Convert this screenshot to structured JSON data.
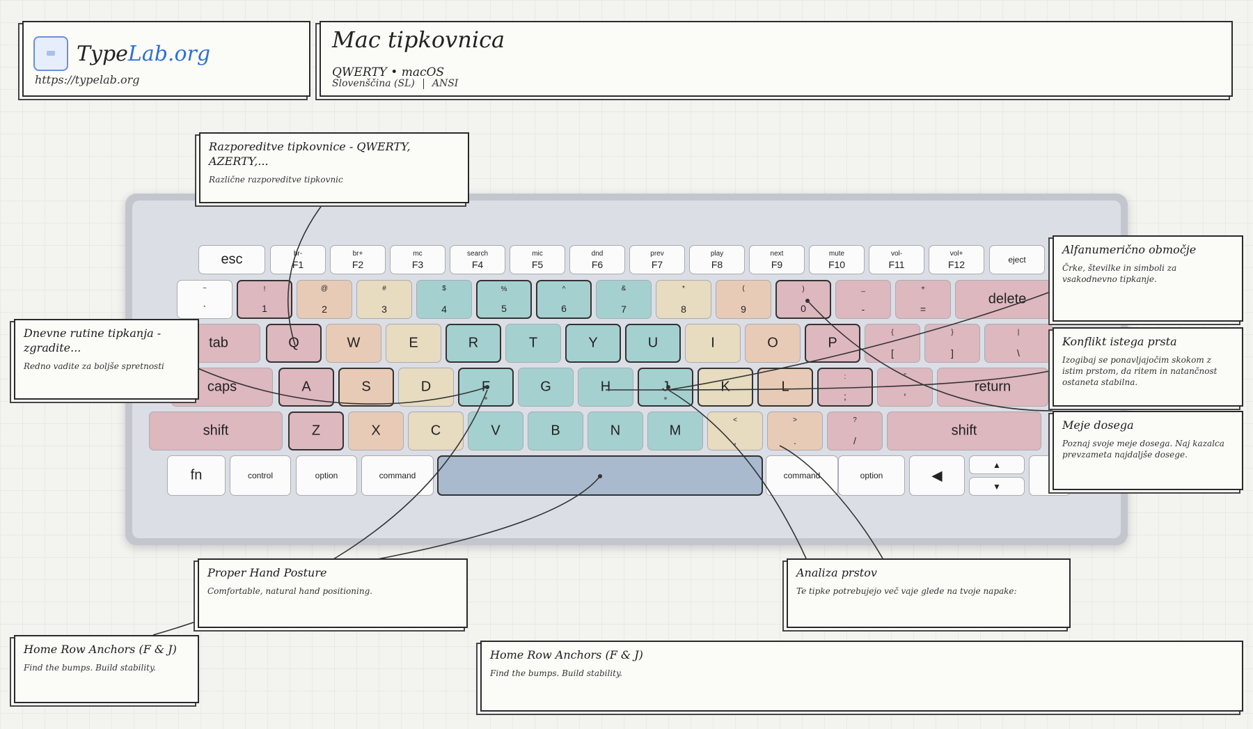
{
  "logo": {
    "name_a": "Type",
    "name_b": "Lab.org",
    "url": "https://typelab.org"
  },
  "header": {
    "title": "Mac tipkovnica",
    "layout_line": "QWERTY • macOS",
    "language": "Slovenščina (SL)",
    "standard": "ANSI"
  },
  "colors": {
    "pink": "#ddb8be",
    "peach": "#e8cbb6",
    "sand": "#e7dbc0",
    "teal": "#a5d0d0",
    "blue": "#a9bacf",
    "accent": "#2e6fd8"
  },
  "keyboard": {
    "fn_row": [
      {
        "top": "",
        "label": "esc",
        "style": "big"
      },
      {
        "top": "br-",
        "label": "F1"
      },
      {
        "top": "br+",
        "label": "F2"
      },
      {
        "top": "mc",
        "label": "F3"
      },
      {
        "top": "search",
        "label": "F4"
      },
      {
        "top": "mic",
        "label": "F5"
      },
      {
        "top": "dnd",
        "label": "F6"
      },
      {
        "top": "prev",
        "label": "F7"
      },
      {
        "top": "play",
        "label": "F8"
      },
      {
        "top": "next",
        "label": "F9"
      },
      {
        "top": "mute",
        "label": "F10"
      },
      {
        "top": "vol-",
        "label": "F11"
      },
      {
        "top": "vol+",
        "label": "F12"
      },
      {
        "top": "",
        "label": "eject",
        "style": "mid"
      }
    ],
    "number_row": [
      {
        "top": "~",
        "label": "`"
      },
      {
        "top": "!",
        "label": "1"
      },
      {
        "top": "@",
        "label": "2"
      },
      {
        "top": "#",
        "label": "3"
      },
      {
        "top": "$",
        "label": "4"
      },
      {
        "top": "%",
        "label": "5"
      },
      {
        "top": "^",
        "label": "6"
      },
      {
        "top": "&",
        "label": "7"
      },
      {
        "top": "*",
        "label": "8"
      },
      {
        "top": "(",
        "label": "9"
      },
      {
        "top": ")",
        "label": "0"
      },
      {
        "top": "_",
        "label": "-"
      },
      {
        "top": "+",
        "label": "="
      },
      {
        "top": "",
        "label": "delete",
        "style": "big"
      }
    ],
    "top_row": [
      "tab",
      "Q",
      "W",
      "E",
      "R",
      "T",
      "Y",
      "U",
      "I",
      "O",
      "P"
    ],
    "top_row_symbols": [
      {
        "top": "{",
        "label": "["
      },
      {
        "top": "}",
        "label": "]"
      },
      {
        "top": "|",
        "label": "\\"
      }
    ],
    "home_row": [
      "caps",
      "A",
      "S",
      "D",
      "F",
      "G",
      "H",
      "J",
      "K",
      "L"
    ],
    "home_row_symbols": [
      {
        "top": ":",
        "label": ";"
      },
      {
        "top": "\"",
        "label": "'"
      }
    ],
    "home_row_end": "return",
    "bottom_row": [
      "shift",
      "Z",
      "X",
      "C",
      "V",
      "B",
      "N",
      "M"
    ],
    "bottom_row_symbols": [
      {
        "top": "<",
        "label": ","
      },
      {
        "top": ">",
        "label": "."
      },
      {
        "top": "?",
        "label": "/"
      }
    ],
    "bottom_row_end": "shift",
    "modifier_row": [
      "fn",
      "control",
      "option",
      "command",
      "",
      "command",
      "option"
    ],
    "arrows": {
      "left": "◀",
      "up": "▲",
      "down": "▼"
    }
  },
  "callouts": [
    {
      "id": "layouts",
      "title": "Razporeditve tipkovnice - QWERTY, AZERTY,...",
      "desc": "Različne razporeditve tipkovnic"
    },
    {
      "id": "routines",
      "title": "Dnevne rutine tipkanja - zgradite...",
      "desc": "Redno vadite za boljše spretnosti"
    },
    {
      "id": "alnum",
      "title": "Alfanumerično območje",
      "desc": "Črke, številke in simboli za vsakodnevno tipkanje."
    },
    {
      "id": "conflict",
      "title": "Konflikt istega prsta",
      "desc": "Izogibaj se ponavljajočim skokom z istim prstom, da ritem in natančnost ostaneta stabilna."
    },
    {
      "id": "reach",
      "title": "Meje dosega",
      "desc": "Poznaj svoje meje dosega. Naj kazalca prevzameta najdaljše dosege."
    },
    {
      "id": "posture",
      "title": "Proper Hand Posture",
      "desc": "Comfortable, natural hand positioning."
    },
    {
      "id": "analysis",
      "title": "Analiza prstov",
      "desc": "Te tipke potrebujejo več vaje glede na tvoje napake:"
    },
    {
      "id": "anchors_left",
      "title": "Home Row Anchors (F & J)",
      "desc": "Find the bumps. Build stability."
    },
    {
      "id": "anchors_wide",
      "title": "Home Row Anchors (F & J)",
      "desc": "Find the bumps. Build stability."
    }
  ]
}
